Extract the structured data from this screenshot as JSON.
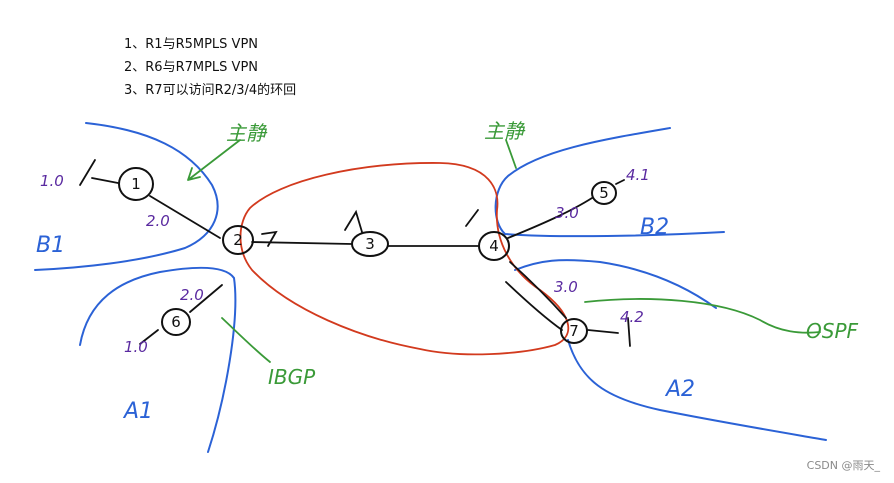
{
  "requirements": [
    "1、R1与R5MPLS VPN",
    "2、R6与R7MPLS VPN",
    "3、R7可以访问R2/3/4的环回"
  ],
  "routers": [
    "1",
    "2",
    "3",
    "4",
    "5",
    "6",
    "7"
  ],
  "addresses": {
    "r1_loopback": "1.0",
    "r1_link": "2.0",
    "r6_link": "2.0",
    "r6_loopback": "1.0",
    "r5_link": "3.0",
    "r5_loopback": "4.1",
    "r7_link": "3.0",
    "r7_loopback": "4.2"
  },
  "labels": {
    "b1": "B1",
    "a1": "A1",
    "b2": "B2",
    "a2": "A2",
    "ibgp": "IBGP",
    "ebgp_left": "主静",
    "ebgp_right": "主静",
    "osf": "OSPF"
  },
  "colors": {
    "router": "#111111",
    "mpls_ring": "#d23a1e",
    "site_boundary": "#2b62d6",
    "annotation_green": "#3a9a38",
    "address_purple": "#5a2aa0"
  },
  "watermark": "CSDN @雨天_"
}
